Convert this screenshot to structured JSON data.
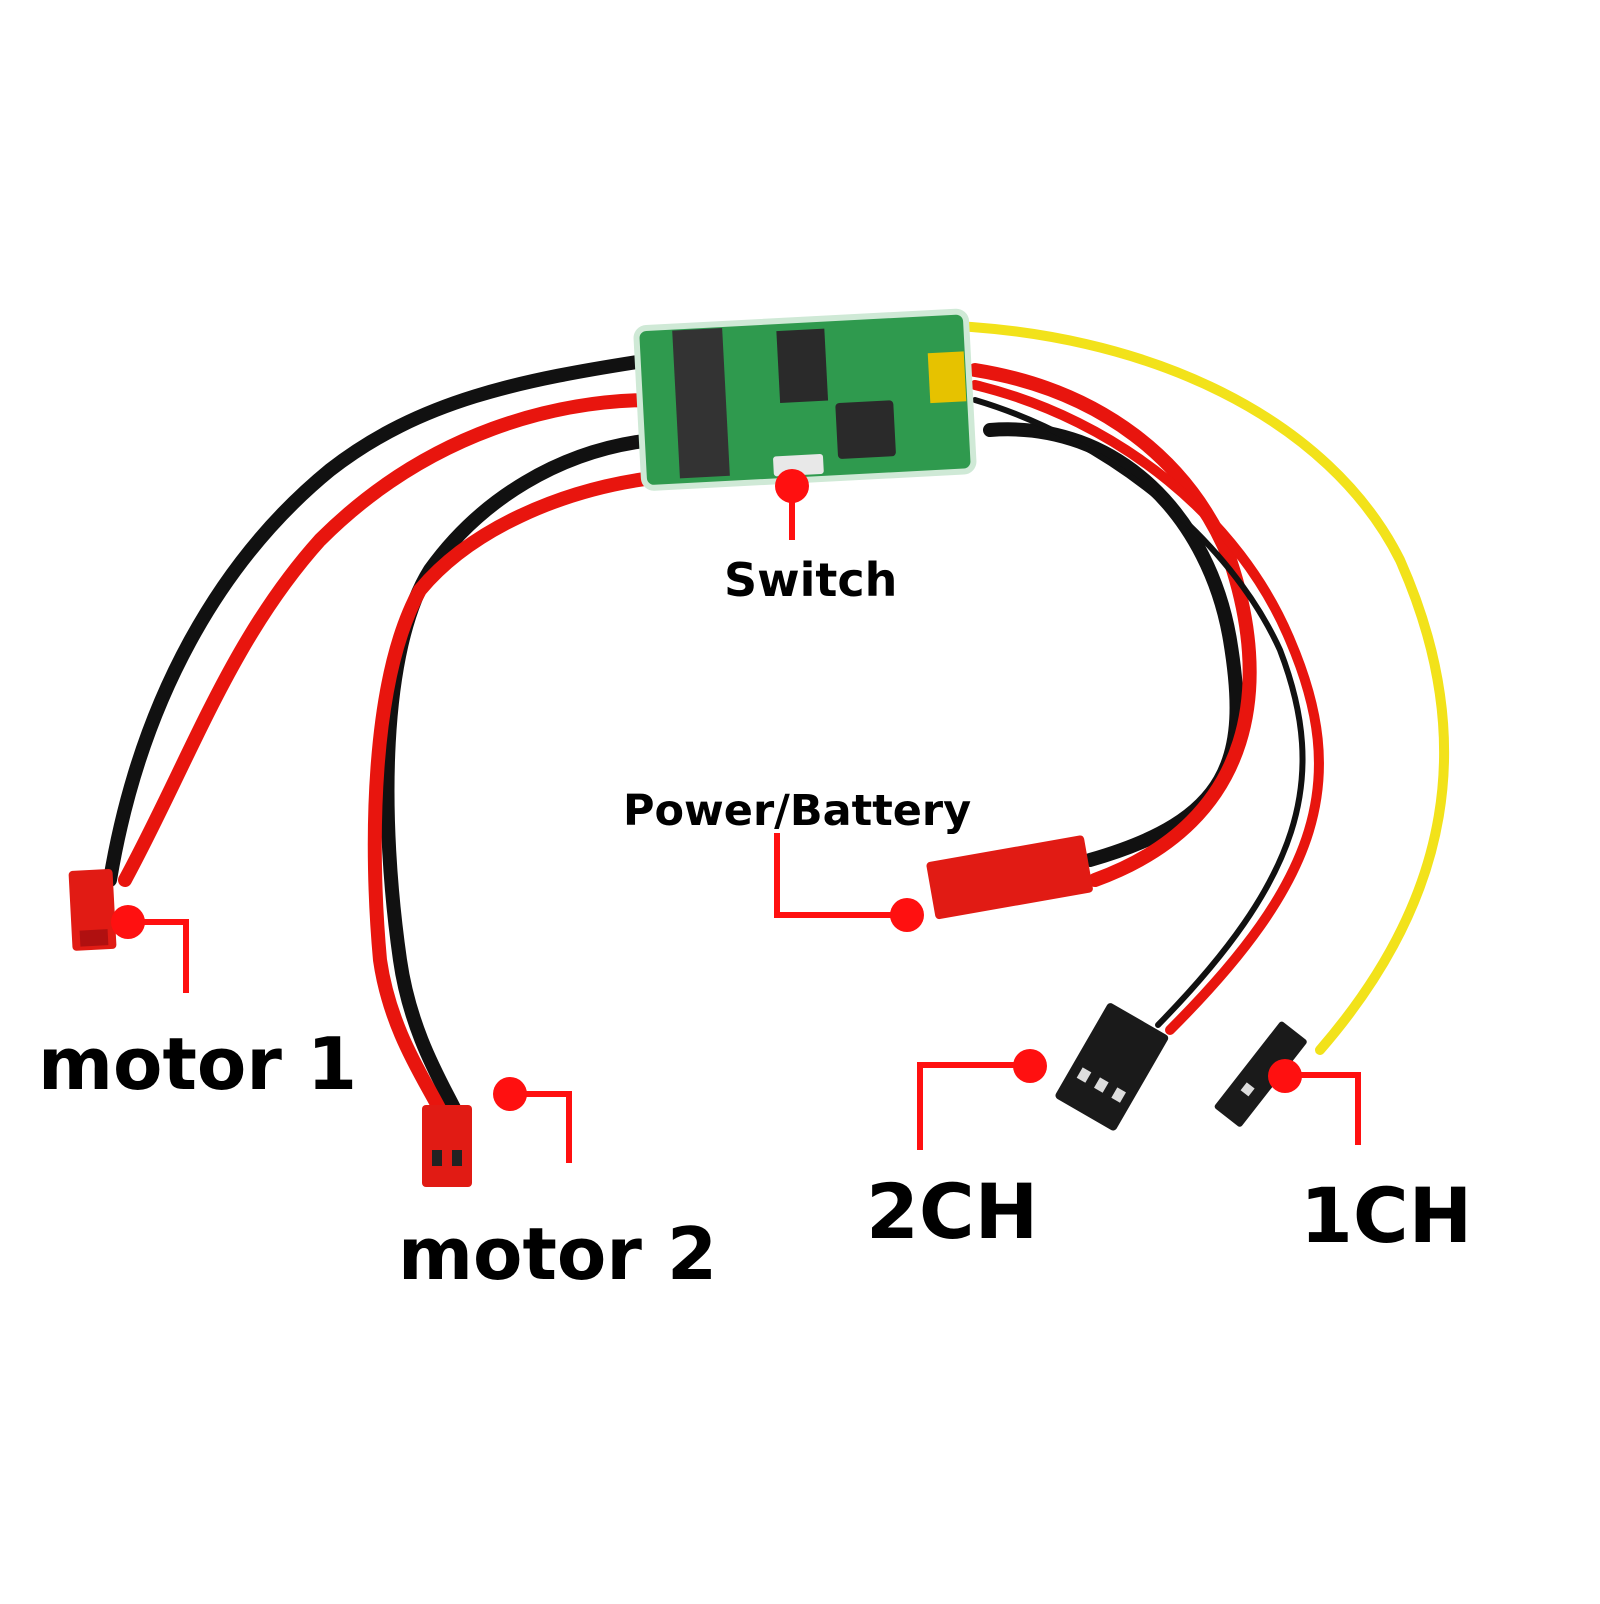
{
  "diagram": {
    "subject": "Dual-channel brushed motor ESC / controller board with wiring",
    "labels": {
      "switch": "Switch",
      "power": "Power/Battery",
      "motor1": "motor 1",
      "motor2": "motor 2",
      "ch2": "2CH",
      "ch1": "1CH"
    },
    "colors": {
      "callout": "#ff1010",
      "wire_red": "#e8150e",
      "wire_black": "#111111",
      "wire_yellow": "#f2e21a",
      "pcb_green": "#2f9a4e",
      "connector_red": "#e11b14",
      "connector_black": "#1a1a1a",
      "text": "#000000"
    }
  }
}
